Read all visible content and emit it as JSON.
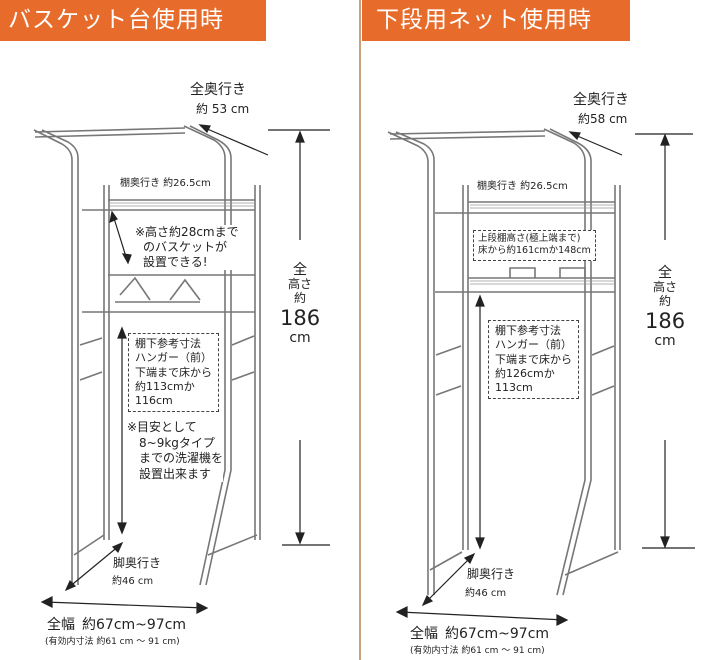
{
  "left": {
    "title": "バスケット台使用時",
    "total_depth": {
      "label": "全奥行き",
      "value": "約 53 cm"
    },
    "shelf_depth": "棚奥行き 約26.5cm",
    "basket_note": [
      "※高さ約28cmまで",
      "のバスケットが",
      "設置できる!"
    ],
    "hanger_box": [
      "棚下参考寸法",
      "ハンガー（前）",
      "下端まで床から",
      "約113cmか",
      "116cm"
    ],
    "washer_note": [
      "※目安として",
      "8~9kgタイプ",
      "までの洗濯機を",
      "設置出来ます"
    ],
    "height": {
      "c1": "全",
      "c2": "高さ",
      "c3": "約",
      "num": "186",
      "unit": "cm"
    },
    "leg_depth": {
      "label": "脚奥行き",
      "value": "約46 cm"
    },
    "width": {
      "label": "全幅",
      "value": "約67cm~97cm",
      "inner": "(有効内寸法 約61 cm ～ 91 cm)"
    }
  },
  "right": {
    "title": "下段用ネット使用時",
    "total_depth": {
      "label": "全奥行き",
      "value": "約58 cm"
    },
    "shelf_depth": "棚奥行き 約26.5cm",
    "upper_box": [
      "上段棚高さ(極上端まで)",
      "床から約161cmか148cm"
    ],
    "hanger_box": [
      "棚下参考寸法",
      "ハンガー（前）",
      "下端まで床から",
      "約126cmか",
      "113cm"
    ],
    "height": {
      "c1": "全",
      "c2": "高さ",
      "c3": "約",
      "num": "186",
      "unit": "cm"
    },
    "leg_depth": {
      "label": "脚奥行き",
      "value": "約46 cm"
    },
    "width": {
      "label": "全幅",
      "value": "約67cm~97cm",
      "inner": "(有効内寸法 約61 cm ～ 91 cm)"
    }
  },
  "colors": {
    "header": "#e76c2c",
    "divider": "#c8a27a",
    "line": "#222222",
    "frame": "#777777"
  }
}
